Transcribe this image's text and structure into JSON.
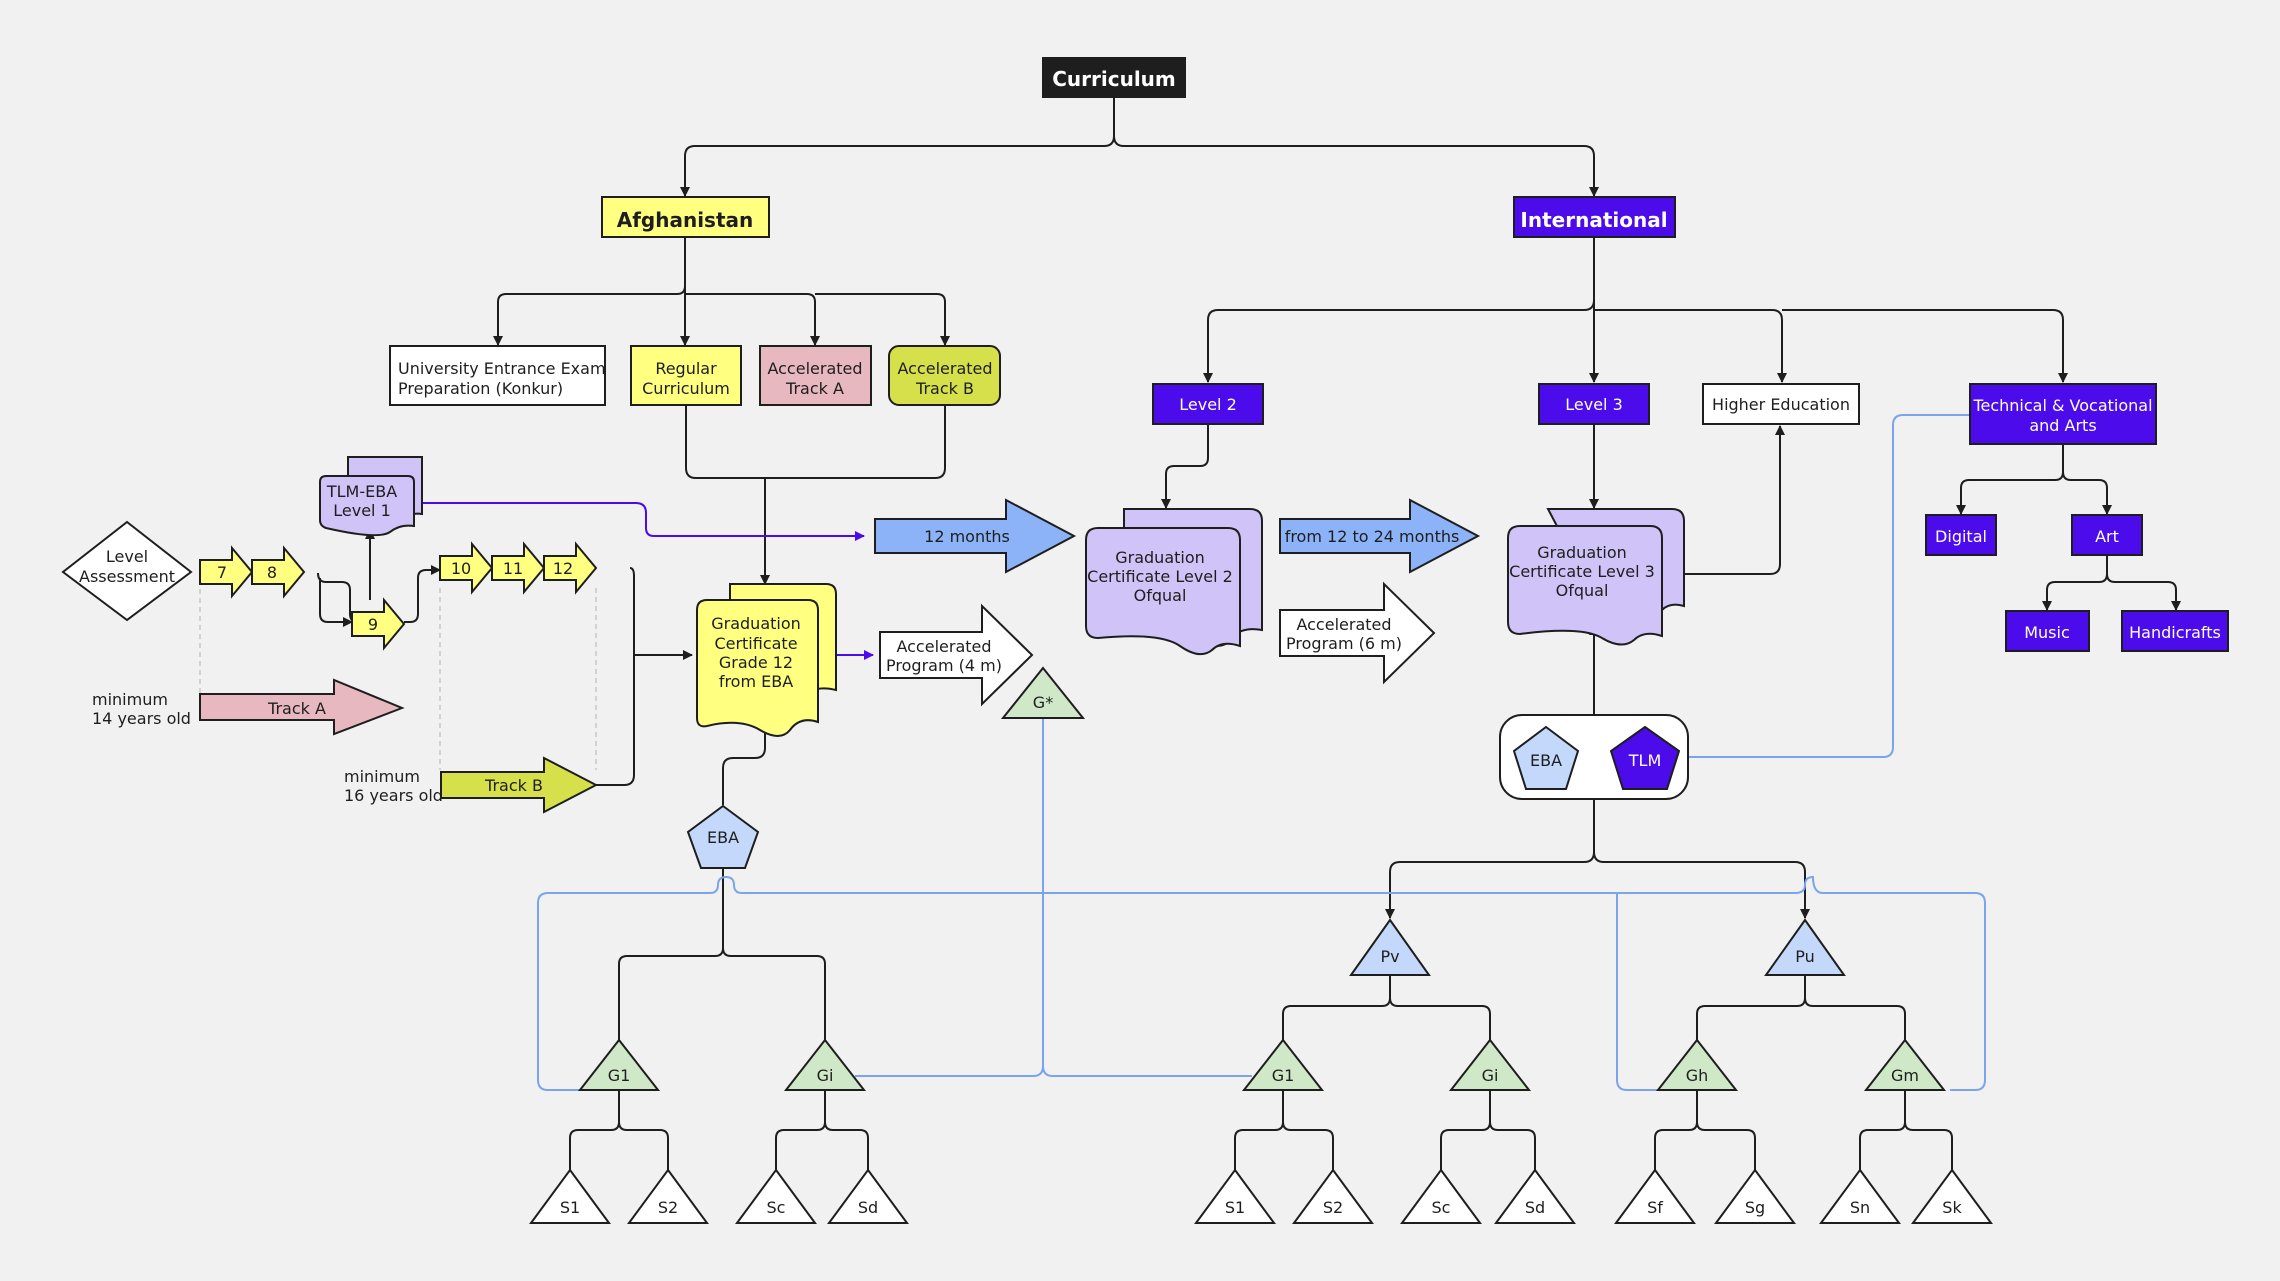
{
  "colors": {
    "background": "#f1f1f1",
    "title_fill": "#1e1e1e",
    "afghanistan_fill": "#ffff80",
    "international_fill": "#4b0bea",
    "peach_fill": "#e8b8c0",
    "lime_fill": "#d6e04a",
    "lavender_fill": "#cfc3f7",
    "blue_fill": "#8cb2f8",
    "light_blue_fill": "#c3d8fb",
    "green_fill": "#cfe8c8",
    "line": "#1e1e1e",
    "purple_line": "#4b0bea",
    "blue_line": "#7aa5ea"
  },
  "title": "Curriculum",
  "afghanistan": {
    "title": "Afghanistan",
    "konkur": [
      "University Entrance Exam",
      "Preparation (Konkur)"
    ],
    "regular": [
      "Regular",
      "Curriculum"
    ],
    "track_a": [
      "Accelerated",
      "Track A"
    ],
    "track_b": [
      "Accelerated",
      "Track B"
    ],
    "tlm_eba_level1": [
      "TLM-EBA",
      "Level 1"
    ],
    "level_assessment": [
      "Level",
      "Assessment"
    ],
    "grades": [
      "7",
      "8",
      "9",
      "10",
      "11",
      "12"
    ],
    "min_14": [
      "minimum",
      "14 years old"
    ],
    "min_16": [
      "minimum",
      "16 years old"
    ],
    "track_a_arrow": "Track A",
    "track_b_arrow": "Track B",
    "grad_cert_eba": [
      "Graduation",
      "Certificate",
      "Grade 12",
      "from EBA"
    ],
    "accel_4m": [
      "Accelerated",
      "Program (4 m)"
    ],
    "months_12": "12 months",
    "g_star": "G*",
    "eba": "EBA",
    "g1": "G1",
    "gi": "Gi",
    "leaves": [
      "S1",
      "S2",
      "Sc",
      "Sd"
    ]
  },
  "international": {
    "title": "International",
    "level2": "Level 2",
    "level3": "Level 3",
    "higher_ed": "Higher Education",
    "tech_voc": [
      "Technical & Vocational",
      "and Arts"
    ],
    "digital": "Digital",
    "art": "Art",
    "music": "Music",
    "handicrafts": "Handicrafts",
    "grad_l2": [
      "Graduation",
      "Certificate Level 2",
      "Ofqual"
    ],
    "grad_l3": [
      "Graduation",
      "Certificate Level 3",
      "Ofqual"
    ],
    "months_12_24": "from 12 to 24 months",
    "accel_6m": [
      "Accelerated",
      "Program (6 m)"
    ],
    "eba": "EBA",
    "tlm": "TLM",
    "pv": "Pv",
    "pu": "Pu",
    "pv_children": [
      "G1",
      "Gi"
    ],
    "pu_children": [
      "Gh",
      "Gm"
    ],
    "leaves": [
      "S1",
      "S2",
      "Sc",
      "Sd",
      "Sf",
      "Sg",
      "Sn",
      "Sk"
    ]
  }
}
